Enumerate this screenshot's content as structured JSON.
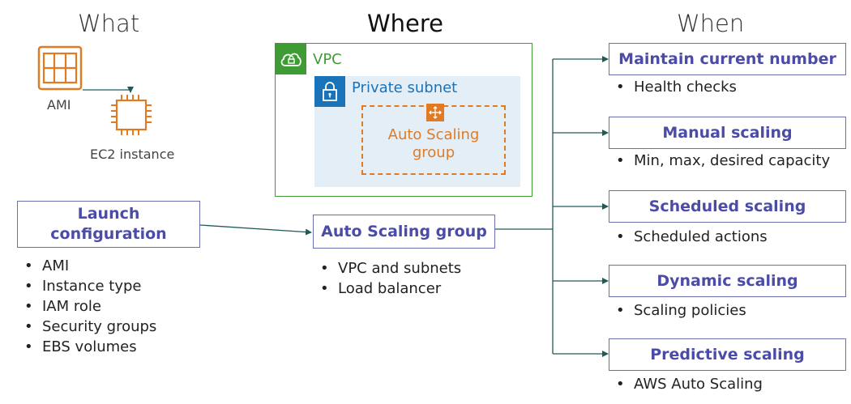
{
  "headings": {
    "what": "What",
    "where": "Where",
    "when": "When"
  },
  "icons": {
    "ami_label": "AMI",
    "ec2_label": "EC2 instance"
  },
  "vpc": {
    "label": "VPC",
    "subnet_label": "Private subnet",
    "asg_label_line1": "Auto Scaling",
    "asg_label_line2": "group"
  },
  "launch_config": {
    "title_line1": "Launch",
    "title_line2": "configuration",
    "bullets": [
      "AMI",
      "Instance type",
      "IAM role",
      "Security groups",
      "EBS volumes"
    ]
  },
  "asg": {
    "title": "Auto Scaling group",
    "bullets": [
      "VPC and subnets",
      "Load balancer"
    ]
  },
  "when_items": [
    {
      "title": "Maintain current number",
      "bullet": "Health checks"
    },
    {
      "title": "Manual scaling",
      "bullet": "Min, max, desired capacity"
    },
    {
      "title": "Scheduled scaling",
      "bullet": "Scheduled actions"
    },
    {
      "title": "Dynamic scaling",
      "bullet": "Scaling policies"
    },
    {
      "title": "Predictive scaling",
      "bullet": "AWS Auto Scaling"
    }
  ],
  "colors": {
    "box_border": "#6a6fb0",
    "box_text": "#4b4ba8",
    "vpc_green": "#3f9c35",
    "subnet_blue": "#1a73b8",
    "subnet_bg": "#e4eef7",
    "asg_orange": "#e07b24",
    "connector": "#1f5a5a"
  }
}
